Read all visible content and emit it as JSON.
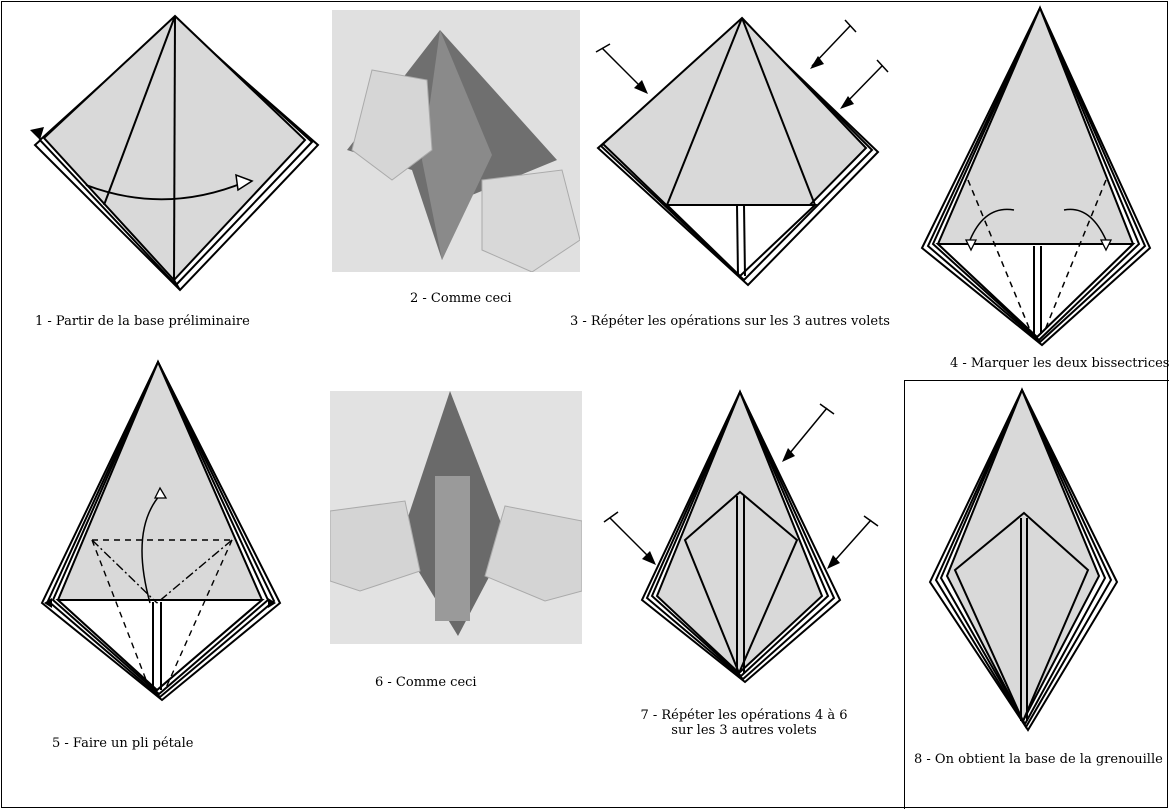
{
  "steps": [
    {
      "num": "1",
      "text": "1 - Partir de la base préliminaire"
    },
    {
      "num": "2",
      "text": "2 - Comme ceci"
    },
    {
      "num": "3",
      "text": "3 - Répéter les opérations sur les 3 autres volets"
    },
    {
      "num": "4",
      "text": "4 - Marquer les deux bissectrices"
    },
    {
      "num": "5",
      "text": "5 - Faire un pli pétale"
    },
    {
      "num": "6",
      "text": "6 - Comme ceci"
    },
    {
      "num": "7",
      "line1": "7 - Répéter les opérations 4 à 6",
      "line2": "sur les 3 autres volets"
    },
    {
      "num": "8",
      "text": "8 - On obtient la base de la grenouille"
    }
  ],
  "colors": {
    "paper_fill": "#d9d9d9",
    "line": "#000000",
    "photo_bg": "#e2e2e2",
    "paper_dark": "#777777",
    "skin": "#dcdcdc"
  }
}
